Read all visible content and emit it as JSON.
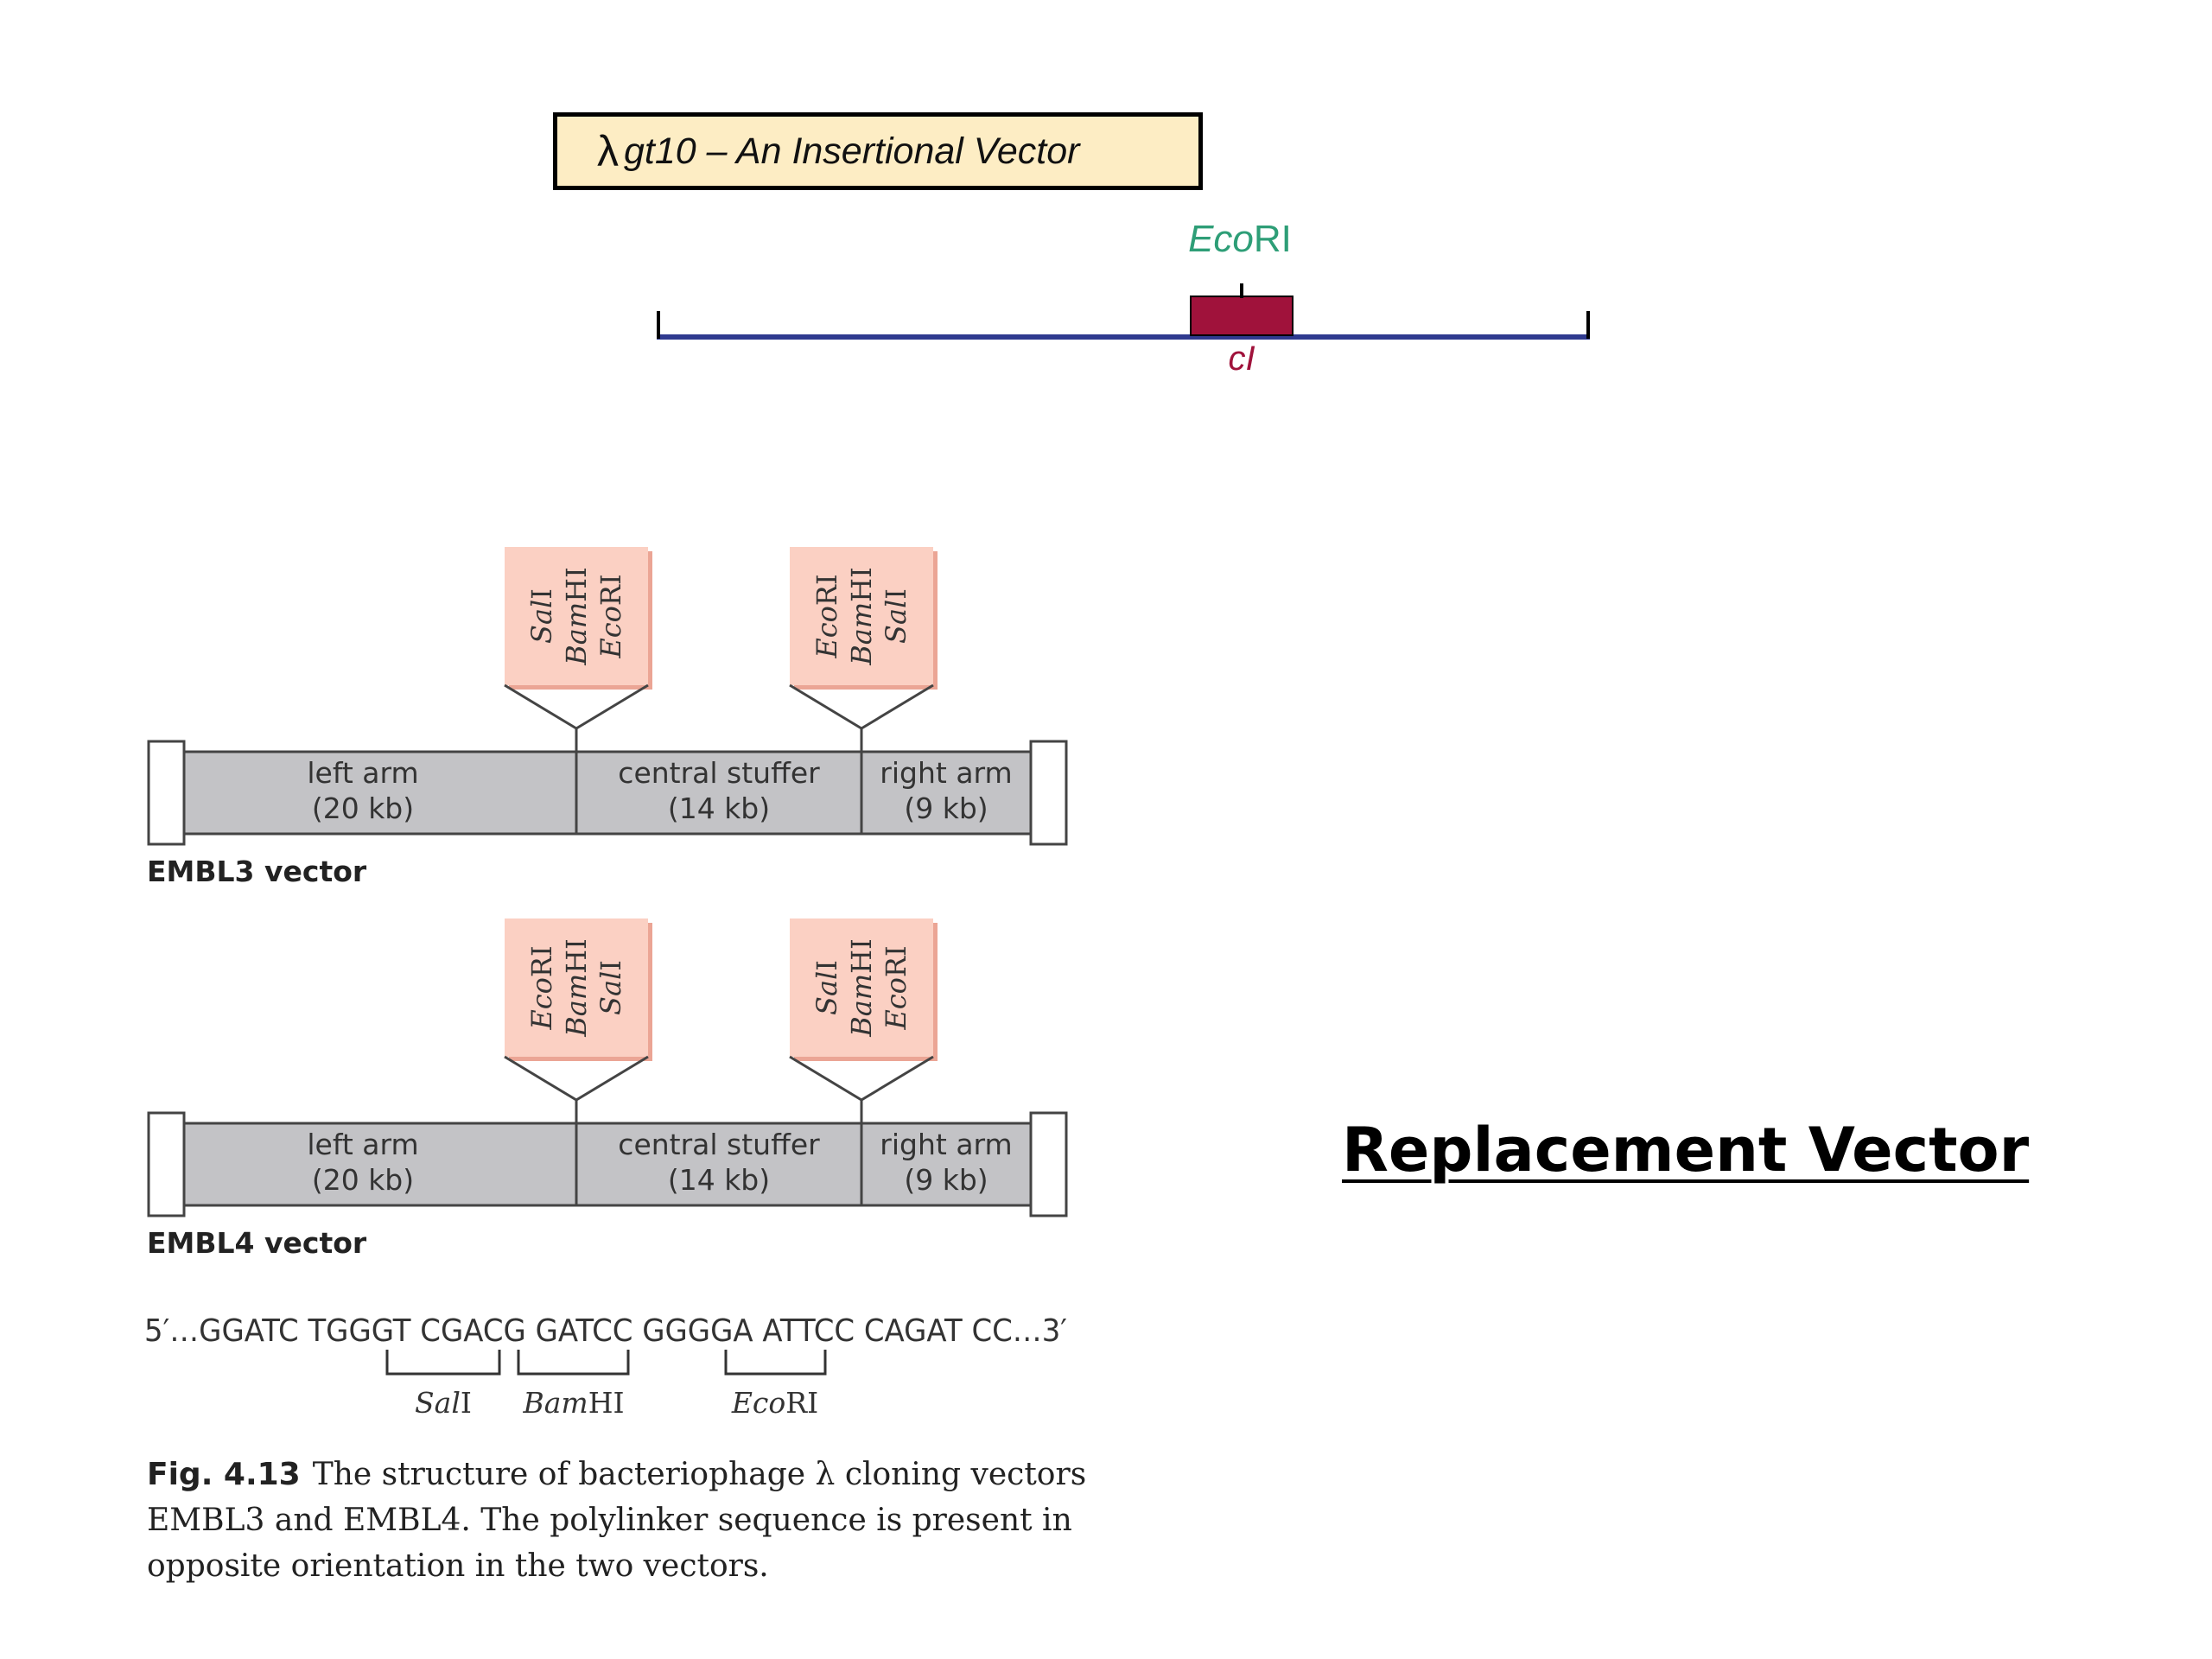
{
  "insertional": {
    "title_symbol": "λ",
    "title_text": "gt10 – An Insertional Vector",
    "site_italic": "Eco",
    "site_roman": "RI",
    "gene_label": "cI",
    "colors": {
      "site": "#2e9e77",
      "gene": "#a0123b",
      "line": "#2f3a8f",
      "box_fill": "#fdedc4"
    }
  },
  "vectors": [
    {
      "name": "EMBL3 vector",
      "segments": [
        {
          "label": "left arm",
          "size": "(20 kb)"
        },
        {
          "label": "central stuffer",
          "size": "(14 kb)"
        },
        {
          "label": "right arm",
          "size": "(9 kb)"
        }
      ],
      "polylinkers": [
        [
          {
            "italic": "Sal",
            "roman": "I"
          },
          {
            "italic": "Bam",
            "roman": "HI"
          },
          {
            "italic": "Eco",
            "roman": "RI"
          }
        ],
        [
          {
            "italic": "Eco",
            "roman": "RI"
          },
          {
            "italic": "Bam",
            "roman": "HI"
          },
          {
            "italic": "Sal",
            "roman": "I"
          }
        ]
      ]
    },
    {
      "name": "EMBL4 vector",
      "segments": [
        {
          "label": "left arm",
          "size": "(20 kb)"
        },
        {
          "label": "central stuffer",
          "size": "(14 kb)"
        },
        {
          "label": "right arm",
          "size": "(9 kb)"
        }
      ],
      "polylinkers": [
        [
          {
            "italic": "Eco",
            "roman": "RI"
          },
          {
            "italic": "Bam",
            "roman": "HI"
          },
          {
            "italic": "Sal",
            "roman": "I"
          }
        ],
        [
          {
            "italic": "Sal",
            "roman": "I"
          },
          {
            "italic": "Bam",
            "roman": "HI"
          },
          {
            "italic": "Eco",
            "roman": "RI"
          }
        ]
      ]
    }
  ],
  "sequence": {
    "text": "5′…GGATC TGGGT CGACG GATCC GGGGA ATTCC CAGAT CC…3′",
    "sites": [
      {
        "italic": "Sal",
        "roman": "I"
      },
      {
        "italic": "Bam",
        "roman": "HI"
      },
      {
        "italic": "Eco",
        "roman": "RI"
      }
    ]
  },
  "caption": {
    "fig": "Fig. 4.13",
    "text": "The structure of bacteriophage λ cloning vectors EMBL3 and EMBL4. The polylinker sequence is present in opposite orientation in the two vectors."
  },
  "replacement_title": "Replacement Vector",
  "diagram_colors": {
    "segment_fill": "#c3c3c6",
    "polylinker_fill": "#fbd0c3",
    "polylinker_shadow": "#eba595"
  }
}
